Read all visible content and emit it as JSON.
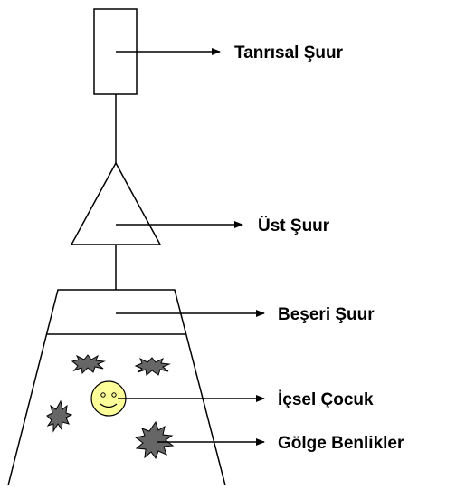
{
  "labels": {
    "divine": "Tanrısal Şuur",
    "higher": "Üst Şuur",
    "human": "Beşeri Şuur",
    "inner_child": "İçsel Çocuk",
    "shadow_selves": "Gölge Benlikler"
  },
  "colors": {
    "stroke": "#000000",
    "shadow_fill": "#666666",
    "face_fill": "#ffff99",
    "background": "#ffffff"
  }
}
